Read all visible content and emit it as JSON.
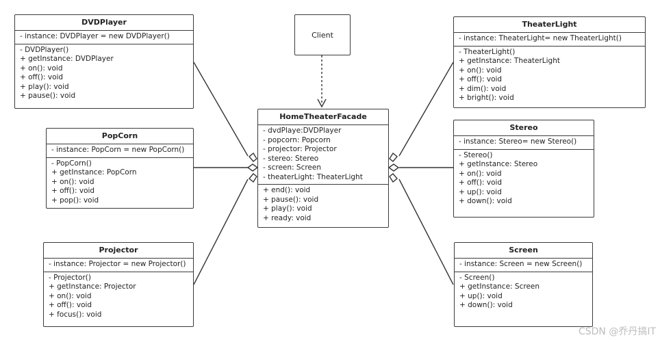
{
  "client": {
    "label": "Client"
  },
  "facade": {
    "name": "HomeTheaterFacade",
    "attributes": [
      "- dvdPlaye:DVDPlayer",
      "- popcorn: Popcorn",
      "- projector: Projector",
      "- stereo: Stereo",
      "- screen: Screen",
      "- theaterLight: TheaterLight"
    ],
    "methods": [
      "+ end(): void",
      "+ pause(): void",
      "+ play(): void",
      "+ ready: void"
    ]
  },
  "classes": {
    "dvdplayer": {
      "name": "DVDPlayer",
      "attributes": [
        "- instance: DVDPlayer = new DVDPlayer()"
      ],
      "methods": [
        "-  DVDPlayer()",
        "+ getInstance: DVDPlayer",
        "+ on(): void",
        "+ off(): void",
        "+ play(): void",
        "+ pause(): void"
      ]
    },
    "popcorn": {
      "name": "PopCorn",
      "attributes": [
        "- instance: PopCorn = new PopCorn()"
      ],
      "methods": [
        "-  PopCorn()",
        "+ getInstance: PopCorn",
        "+ on(): void",
        "+ off(): void",
        "+ pop(): void"
      ]
    },
    "projector": {
      "name": "Projector",
      "attributes": [
        "- instance: Projector = new Projector()"
      ],
      "methods": [
        "-  Projector()",
        "+ getInstance: Projector",
        "+ on(): void",
        "+ off(): void",
        "+ focus(): void"
      ]
    },
    "theaterlight": {
      "name": "TheaterLight",
      "attributes": [
        "- instance: TheaterLight= new TheaterLight()"
      ],
      "methods": [
        "-  TheaterLight()",
        "+ getInstance: TheaterLight",
        "+ on(): void",
        "+ off(): void",
        "+ dim(): void",
        "+ bright(): void"
      ]
    },
    "stereo": {
      "name": "Stereo",
      "attributes": [
        "- instance: Stereo= new Stereo()"
      ],
      "methods": [
        "-  Stereo()",
        "+ getInstance: Stereo",
        "+ on(): void",
        "+ off(): void",
        "+ up(): void",
        "+ down(): void"
      ]
    },
    "screen": {
      "name": "Screen",
      "attributes": [
        "- instance: Screen = new Screen()"
      ],
      "methods": [
        "-  Screen()",
        "+ getInstance: Screen",
        "+ up(): void",
        "+ down(): void"
      ]
    }
  },
  "watermark": "CSDN @乔丹搞IT"
}
